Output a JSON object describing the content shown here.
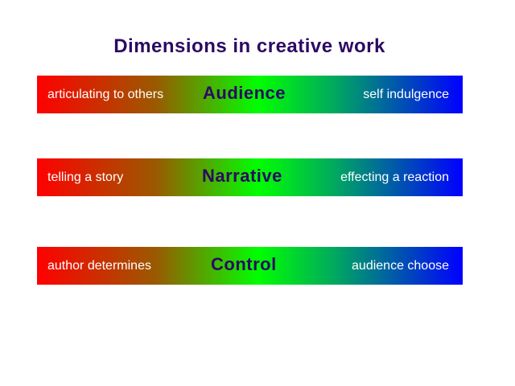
{
  "title": "Dimensions in creative work",
  "dimensions": [
    {
      "name": "Audience",
      "left_label": "articulating to others",
      "right_label": "self indulgence"
    },
    {
      "name": "Narrative",
      "left_label": "telling a story",
      "right_label": "effecting a reaction"
    },
    {
      "name": "Control",
      "left_label": "author determines",
      "right_label": "audience choose"
    }
  ],
  "colors": {
    "title": "#2b0a63",
    "gradient_start": "#ff0000",
    "gradient_mid": "#00ff00",
    "gradient_end": "#0000ff",
    "side_text": "#ffffff"
  }
}
